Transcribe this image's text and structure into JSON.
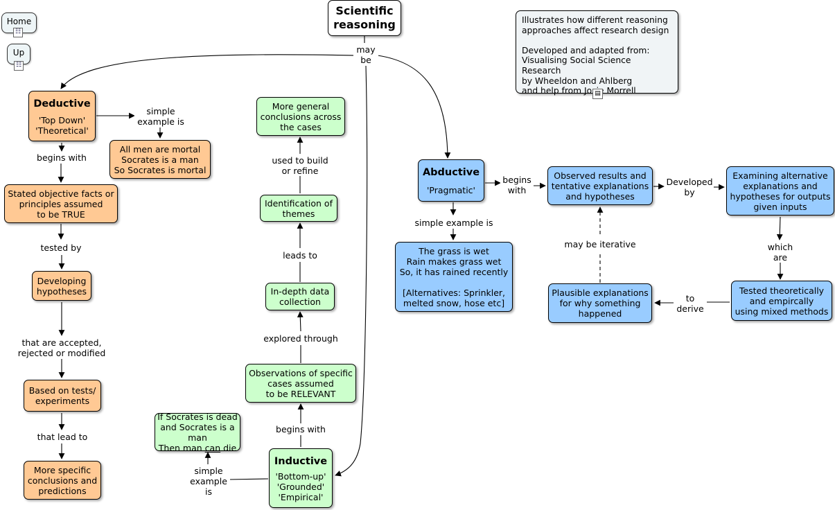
{
  "nav": {
    "home_label": "Home",
    "up_label": "Up"
  },
  "root": {
    "title": "Scientific\nreasoning"
  },
  "note": {
    "text": "Illustrates how different reasoning\napproaches affect research design\n\nDeveloped and adapted from:\nVisualising Social Science Research\nby Wheeldon and Ahlberg\nand help from Josie Morrell"
  },
  "labels": {
    "may_be": "may\nbe",
    "simple_example_is_ded": "simple\nexample is",
    "begins_with_ded": "begins with",
    "tested_by": "tested by",
    "accepted_rejected": "that are accepted,\nrejected or modified",
    "that_lead_to": "that lead to",
    "used_to_build": "used to build\nor refine",
    "leads_to": "leads to",
    "explored_through": "explored through",
    "begins_with_ind": "begins with",
    "simple_example_is_ind": "simple\nexample\nis",
    "begins_with_abd": "begins\nwith",
    "developed_by": "Developed\nby",
    "simple_example_is_abd": "simple example is",
    "which_are": "which\nare",
    "to_derive": "to\nderive",
    "may_be_iterative": "may be iterative"
  },
  "deductive": {
    "title": "Deductive",
    "subtitle": "'Top Down'\n'Theoretical'",
    "example": "All men are mortal\nSocrates is a man\nSo Socrates is mortal",
    "facts": "Stated objective facts or\nprinciples assumed\nto be TRUE",
    "hypotheses": "Developing\nhypotheses",
    "tests": "Based on tests/\nexperiments",
    "conclusions": "More specific\nconclusions and\npredictions"
  },
  "inductive": {
    "title": "Inductive",
    "subtitle": "'Bottom-up'\n'Grounded'\n'Empirical'",
    "example_line1": "If Socrates is dead",
    "example_line2": "and Socrates is a man",
    "example_line3_pre": "Then man ",
    "example_line3_u": "can",
    "example_line3_post": " die",
    "observations": "Observations of specific\ncases assumed\nto be RELEVANT",
    "data_collection": "In-depth data\ncollection",
    "themes": "Identification of\nthemes",
    "general_conclusions": "More general\nconclusions across\nthe cases"
  },
  "abductive": {
    "title": "Abductive",
    "subtitle": "'Pragmatic'",
    "example": "The grass is wet\nRain makes grass wet\nSo, it has rained recently\n\n[Alternatives: Sprinkler,\nmelted snow, hose etc]",
    "observed": "Observed results and\ntentative explanations\nand hypotheses",
    "examining": "Examining alternative\nexplanations and\nhypotheses for outputs\ngiven inputs",
    "tested": "Tested theoretically\nand empircally\nusing mixed methods",
    "plausible": "Plausible explanations\nfor why something\nhappened"
  },
  "colors": {
    "deductive": "#ffc994",
    "inductive": "#ccffcc",
    "abductive": "#99ccff",
    "note": "#f0f4f6"
  },
  "icons": {
    "nav_icon": "concept-map-icon",
    "note_icon": "document-icon"
  }
}
